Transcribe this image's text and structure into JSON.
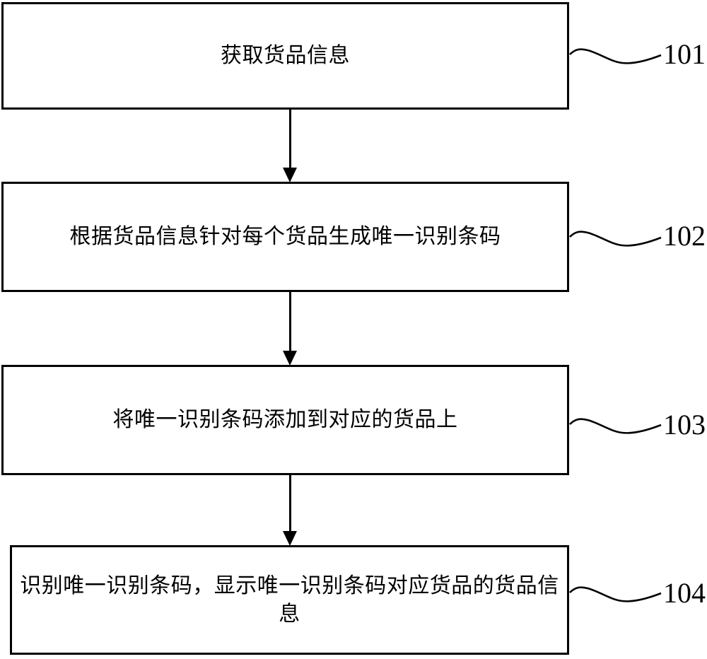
{
  "figure": {
    "type": "flowchart",
    "colors": {
      "line": "#000000",
      "background": "#ffffff"
    },
    "steps": [
      {
        "ref": "101",
        "text": "获取货品信息"
      },
      {
        "ref": "102",
        "text": "根据货品信息针对每个货品生成唯一识别条码"
      },
      {
        "ref": "103",
        "text": "将唯一识别条码添加到对应的货品上"
      },
      {
        "ref": "104",
        "text": "识别唯一识别条码，显示唯一识别条码对应货品的货品信\n息"
      }
    ]
  }
}
